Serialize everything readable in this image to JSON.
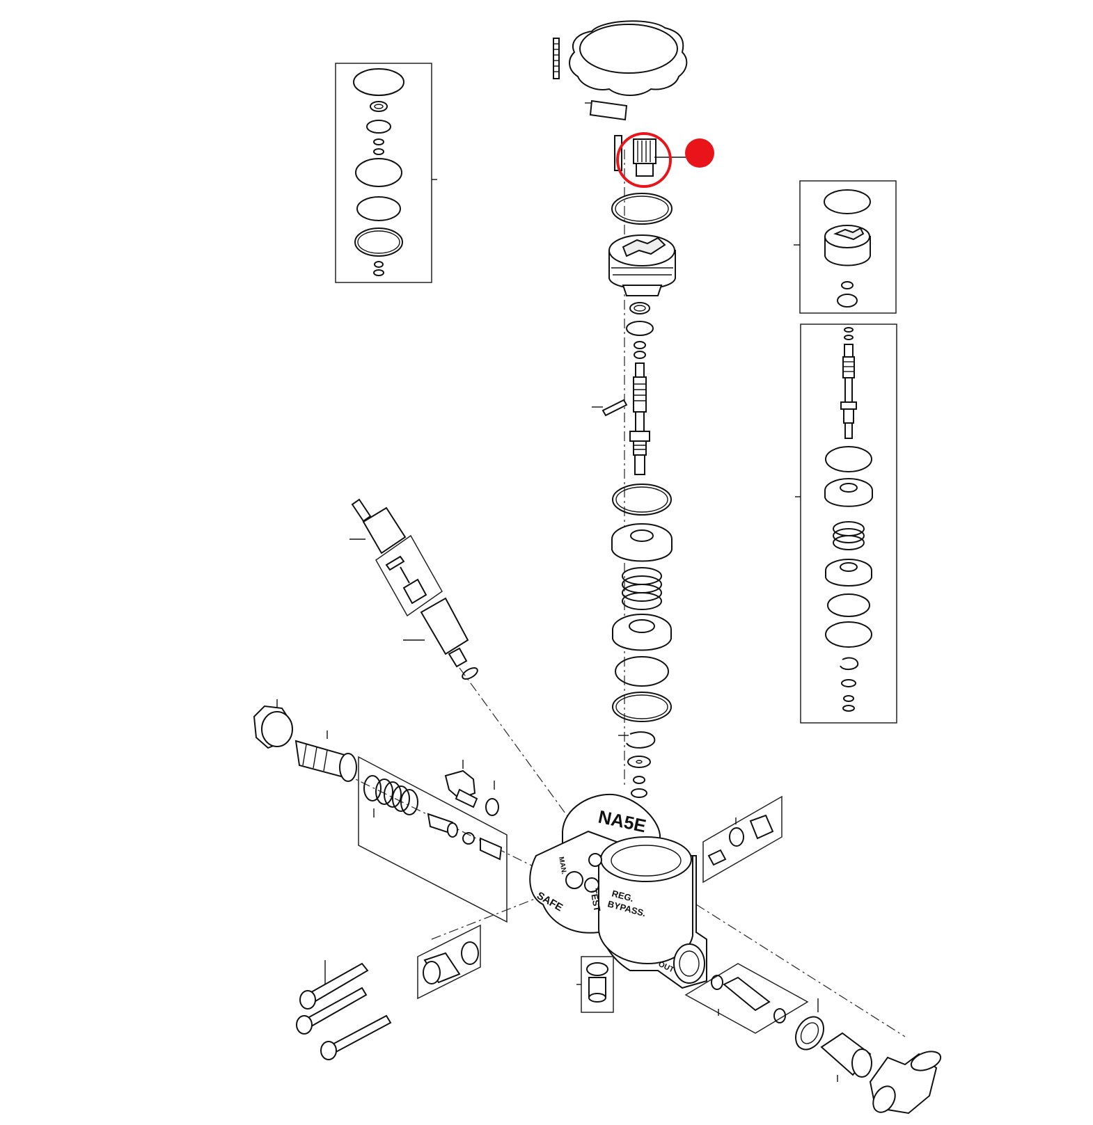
{
  "body_labels": {
    "model": "NA5E",
    "safe": "SAFE",
    "test": "TEST",
    "man": "MAN.",
    "reg": "REG.",
    "bypass": "BYPASS.",
    "out": "OUT"
  },
  "highlight": {
    "circle_color": "#e8141a",
    "dot_color": "#e8141a"
  }
}
